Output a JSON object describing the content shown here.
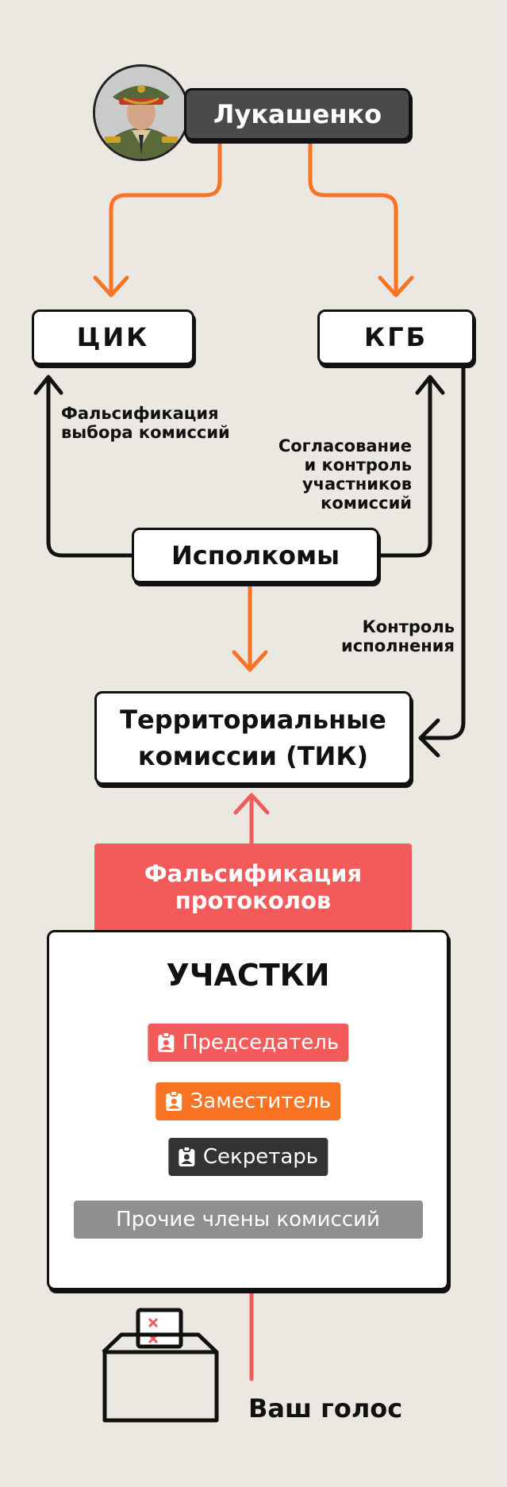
{
  "leader": {
    "name": "Лукашенко"
  },
  "nodes": {
    "cik": "ЦИК",
    "kgb": "КГБ",
    "ispolkomy": "Исполкомы",
    "tik_line1": "Территориальные",
    "tik_line2": "комиссии (ТИК)"
  },
  "edge_labels": {
    "falsification_commissions": [
      "Фальсификация",
      "выбора комиссий"
    ],
    "approval_control": [
      "Согласование",
      "и контроль",
      "участников",
      "комиссий"
    ],
    "execution_control": [
      "Контроль",
      "исполнения"
    ]
  },
  "falsification": [
    "Фальсификация",
    "протоколов"
  ],
  "precinct": {
    "title": "УЧАСТКИ",
    "roles": [
      {
        "label": "Председатель",
        "color": "#f35a5a"
      },
      {
        "label": "Заместитель",
        "color": "#f97324"
      },
      {
        "label": "Секретарь",
        "color": "#333333"
      },
      {
        "label": "Прочие члены комиссий",
        "color": "#8f8f91"
      }
    ]
  },
  "vote": {
    "label": "Ваш голос"
  },
  "colors": {
    "orange": "#f97324",
    "red": "#f35a5a",
    "dark": "#111111"
  }
}
